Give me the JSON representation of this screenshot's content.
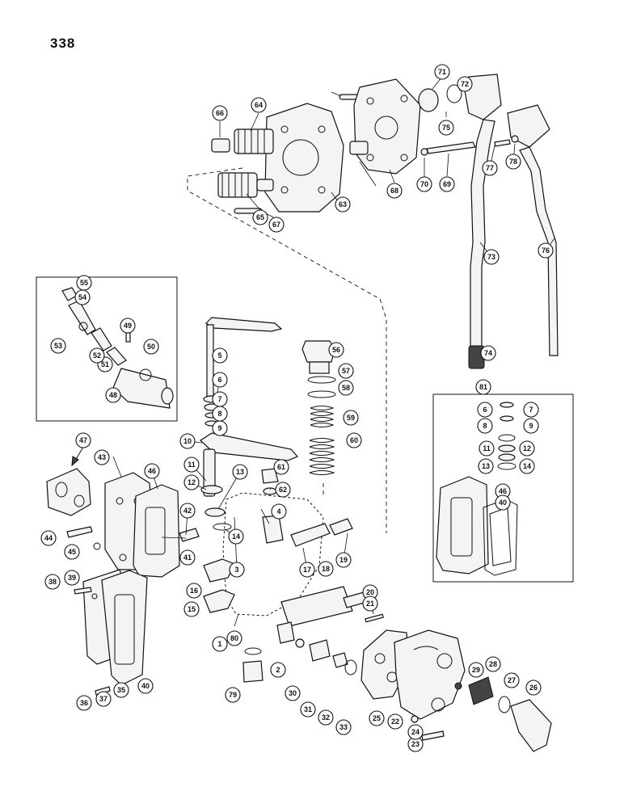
{
  "page_number": "338",
  "callouts": [
    "1",
    "2",
    "3",
    "4",
    "5",
    "6",
    "7",
    "8",
    "9",
    "10",
    "11",
    "12",
    "13",
    "14",
    "15",
    "16",
    "17",
    "18",
    "19",
    "20",
    "21",
    "22",
    "23",
    "24",
    "25",
    "26",
    "27",
    "28",
    "29",
    "30",
    "31",
    "32",
    "33",
    "35",
    "36",
    "37",
    "38",
    "39",
    "40",
    "41",
    "42",
    "43",
    "44",
    "45",
    "46",
    "47",
    "48",
    "49",
    "50",
    "51",
    "52",
    "53",
    "54",
    "55",
    "56",
    "57",
    "58",
    "59",
    "60",
    "61",
    "62",
    "63",
    "64",
    "65",
    "66",
    "67",
    "68",
    "69",
    "70",
    "71",
    "72",
    "73",
    "74",
    "75",
    "76",
    "77",
    "78",
    "79",
    "80",
    "81"
  ],
  "inset_kit_callouts": [
    "6",
    "7",
    "8",
    "9",
    "11",
    "12",
    "13",
    "14",
    "46",
    "40"
  ]
}
